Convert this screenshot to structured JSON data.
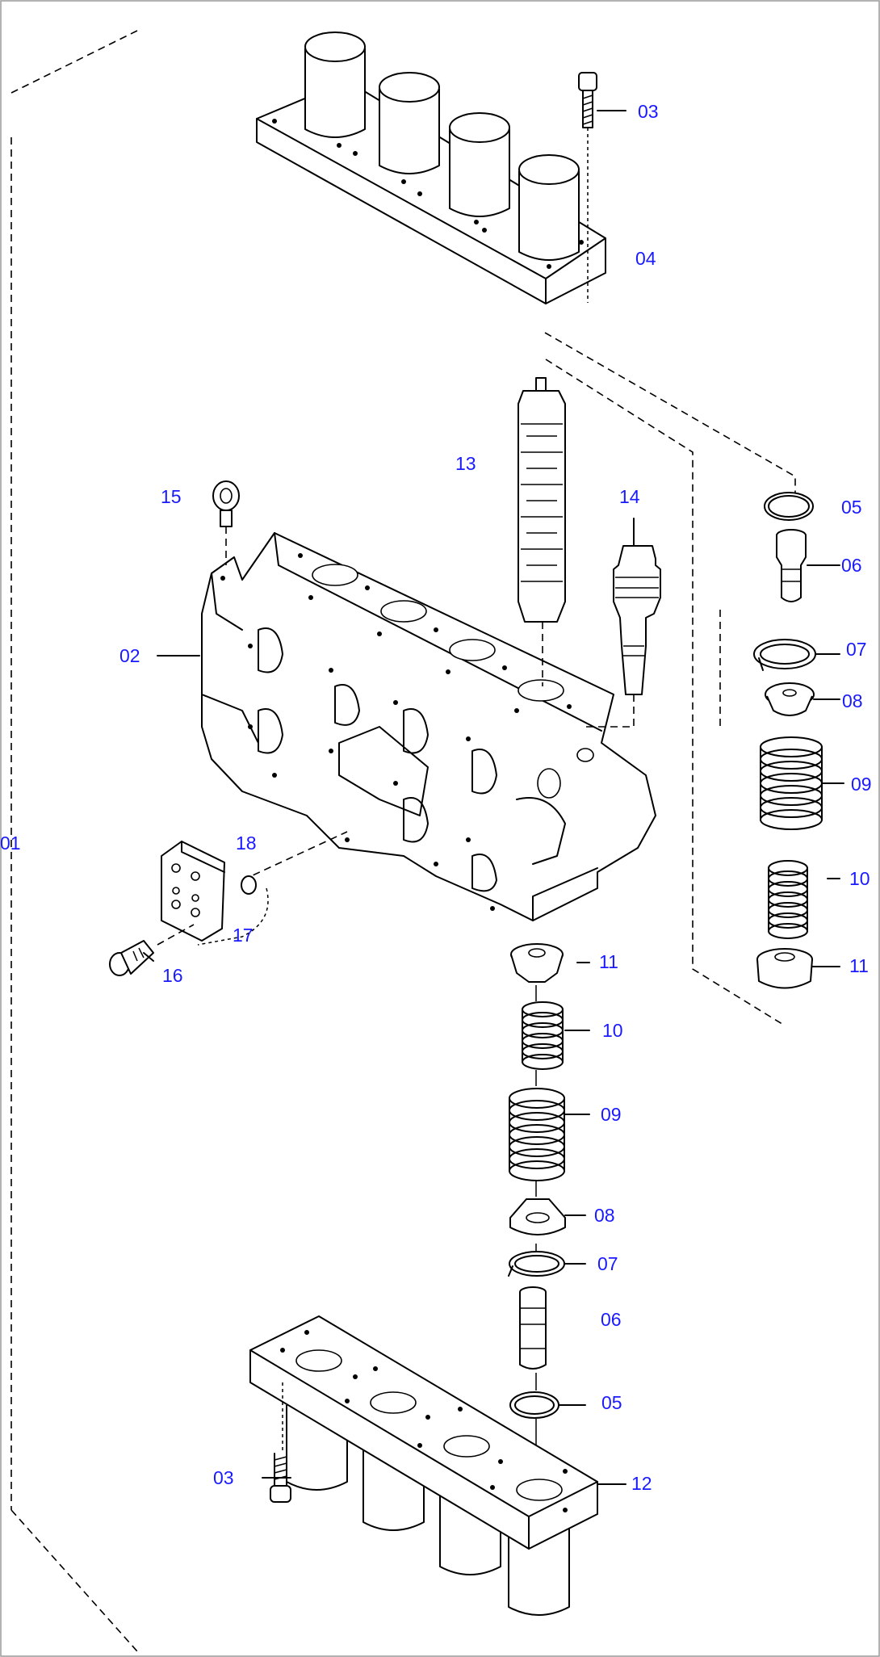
{
  "callouts": [
    {
      "id": "03-top",
      "text": "03"
    },
    {
      "id": "04",
      "text": "04"
    },
    {
      "id": "13",
      "text": "13"
    },
    {
      "id": "14",
      "text": "14"
    },
    {
      "id": "05-right",
      "text": "05"
    },
    {
      "id": "06-right",
      "text": "06"
    },
    {
      "id": "07-right",
      "text": "07"
    },
    {
      "id": "08-right",
      "text": "08"
    },
    {
      "id": "09-right",
      "text": "09"
    },
    {
      "id": "10-right",
      "text": "10"
    },
    {
      "id": "11-right",
      "text": "11"
    },
    {
      "id": "15",
      "text": "15"
    },
    {
      "id": "02",
      "text": "02"
    },
    {
      "id": "01",
      "text": "01"
    },
    {
      "id": "18",
      "text": "18"
    },
    {
      "id": "17",
      "text": "17"
    },
    {
      "id": "16",
      "text": "16"
    },
    {
      "id": "11-center",
      "text": "11"
    },
    {
      "id": "10-center",
      "text": "10"
    },
    {
      "id": "09-center",
      "text": "09"
    },
    {
      "id": "08-center",
      "text": "08"
    },
    {
      "id": "07-center",
      "text": "07"
    },
    {
      "id": "06-center",
      "text": "06"
    },
    {
      "id": "05-center",
      "text": "05"
    },
    {
      "id": "03-bottom",
      "text": "03"
    },
    {
      "id": "12",
      "text": "12"
    }
  ],
  "colors": {
    "ink": "#000000",
    "callout": "#1a1aff",
    "background": "#ffffff"
  }
}
